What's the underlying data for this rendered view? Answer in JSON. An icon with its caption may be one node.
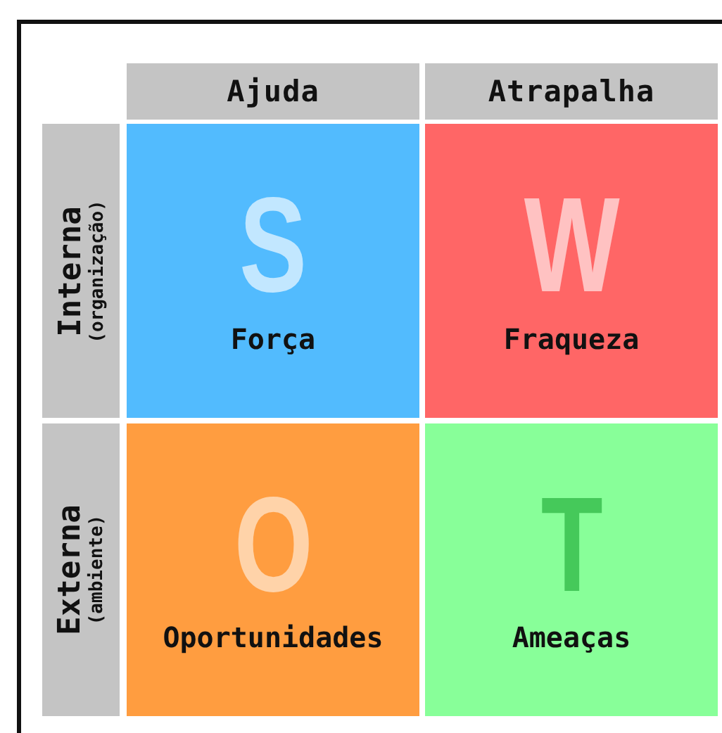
{
  "diagram": {
    "nodes": [
      {
        "text": [
          "Ajuda"
        ]
      },
      {
        "text": [
          "Atrapalha"
        ]
      },
      {
        "text": [
          "Interna",
          "(organização)"
        ]
      },
      {
        "text": [
          "S",
          "Força"
        ]
      },
      {
        "text": [
          "W",
          "Fraqueza"
        ]
      },
      {
        "text": [
          "Externa",
          "(ambiente)"
        ]
      },
      {
        "text": [
          "O",
          "Oportunidades"
        ]
      },
      {
        "text": [
          "T",
          "Ameaças"
        ]
      }
    ]
  }
}
